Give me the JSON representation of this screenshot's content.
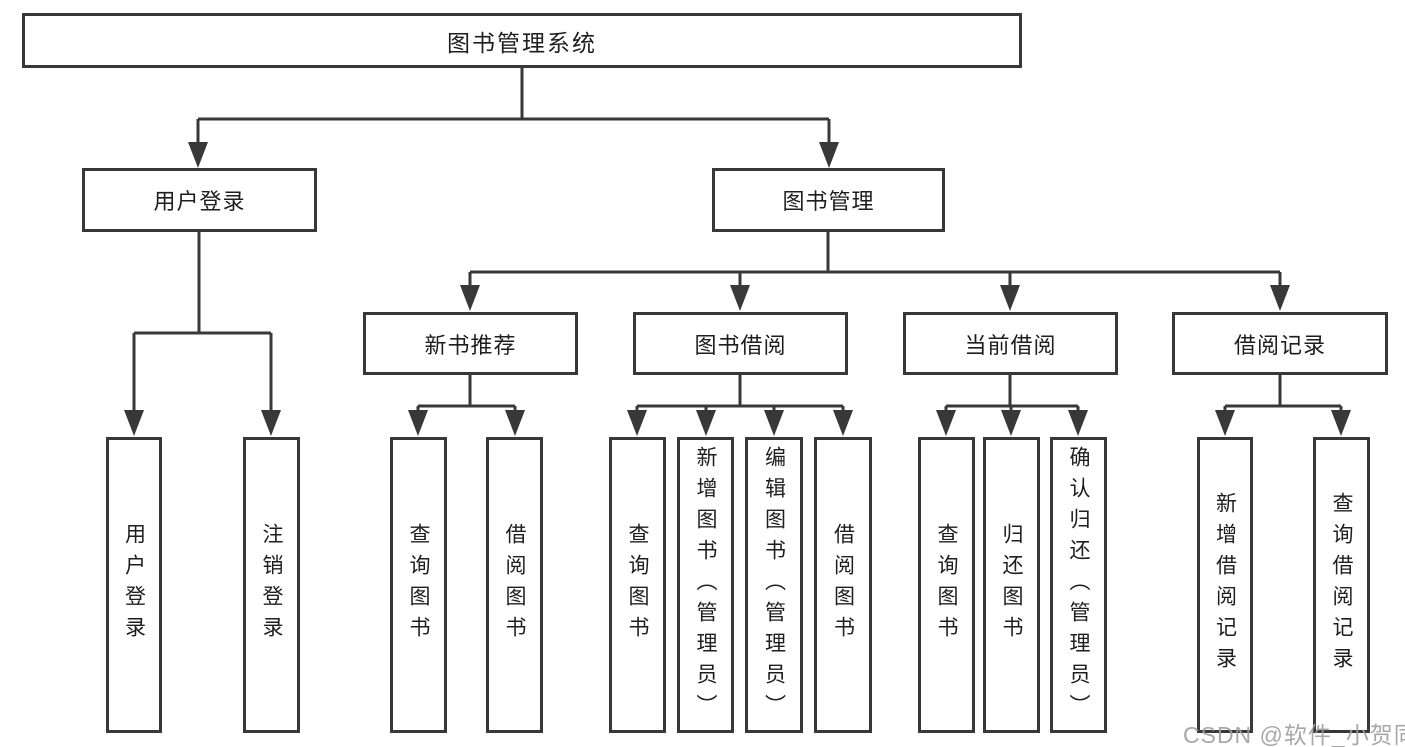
{
  "tree": {
    "label": "图书管理系统",
    "children": [
      {
        "label": "用户登录",
        "children": [
          {
            "label": "用户登录"
          },
          {
            "label": "注销登录"
          }
        ]
      },
      {
        "label": "图书管理",
        "children": [
          {
            "label": "新书推荐",
            "children": [
              {
                "label": "查询图书"
              },
              {
                "label": "借阅图书"
              }
            ]
          },
          {
            "label": "图书借阅",
            "children": [
              {
                "label": "查询图书"
              },
              {
                "label": "新增图书（管理员）"
              },
              {
                "label": "编辑图书（管理员）"
              },
              {
                "label": "借阅图书"
              }
            ]
          },
          {
            "label": "当前借阅",
            "children": [
              {
                "label": "查询图书"
              },
              {
                "label": "归还图书"
              },
              {
                "label": "确认归还（管理员）"
              }
            ]
          },
          {
            "label": "借阅记录",
            "children": [
              {
                "label": "新增借阅记录"
              },
              {
                "label": "查询借阅记录"
              }
            ]
          }
        ]
      }
    ]
  },
  "watermark": {
    "text": "CSDN @软件_小贺同学"
  },
  "colors": {
    "line": "#383838",
    "box_border": "#383838",
    "box_background": "#ffffff",
    "text": "#1e1e1e",
    "watermark": "#9e9e9e",
    "page_background": "#ffffff"
  }
}
